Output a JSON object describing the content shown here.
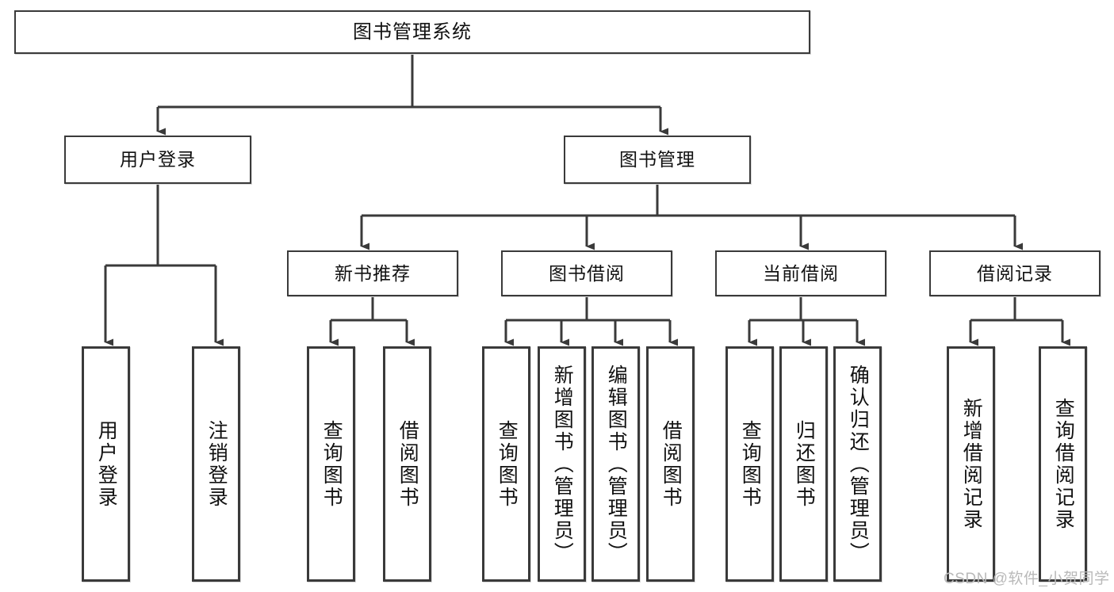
{
  "diagram": {
    "title": "图书管理系统",
    "type": "tree-hierarchy-chart",
    "root": {
      "label": "图书管理系统"
    },
    "level2": [
      {
        "label": "用户登录"
      },
      {
        "label": "图书管理"
      }
    ],
    "level3": [
      {
        "label": "新书推荐"
      },
      {
        "label": "图书借阅"
      },
      {
        "label": "当前借阅"
      },
      {
        "label": "借阅记录"
      }
    ],
    "leaves": {
      "user_login": [
        {
          "label": "用户登录"
        },
        {
          "label": "注销登录"
        }
      ],
      "new_book_recommend": [
        {
          "label": "查询图书"
        },
        {
          "label": "借阅图书"
        }
      ],
      "book_borrow": [
        {
          "label": "查询图书"
        },
        {
          "label": "新增图书（管理员）"
        },
        {
          "label": "编辑图书（管理员）"
        },
        {
          "label": "借阅图书"
        }
      ],
      "current_borrow": [
        {
          "label": "查询图书"
        },
        {
          "label": "归还图书"
        },
        {
          "label": "确认归还（管理员）"
        }
      ],
      "borrow_record": [
        {
          "label": "新增借阅记录"
        },
        {
          "label": "查询借阅记录"
        }
      ]
    }
  },
  "watermark": {
    "text": "CSDN @软件_小贺同学"
  },
  "colors": {
    "border": "#3a3a3a",
    "background": "#ffffff",
    "text": "#111111",
    "watermark": "#b9b9b9"
  }
}
